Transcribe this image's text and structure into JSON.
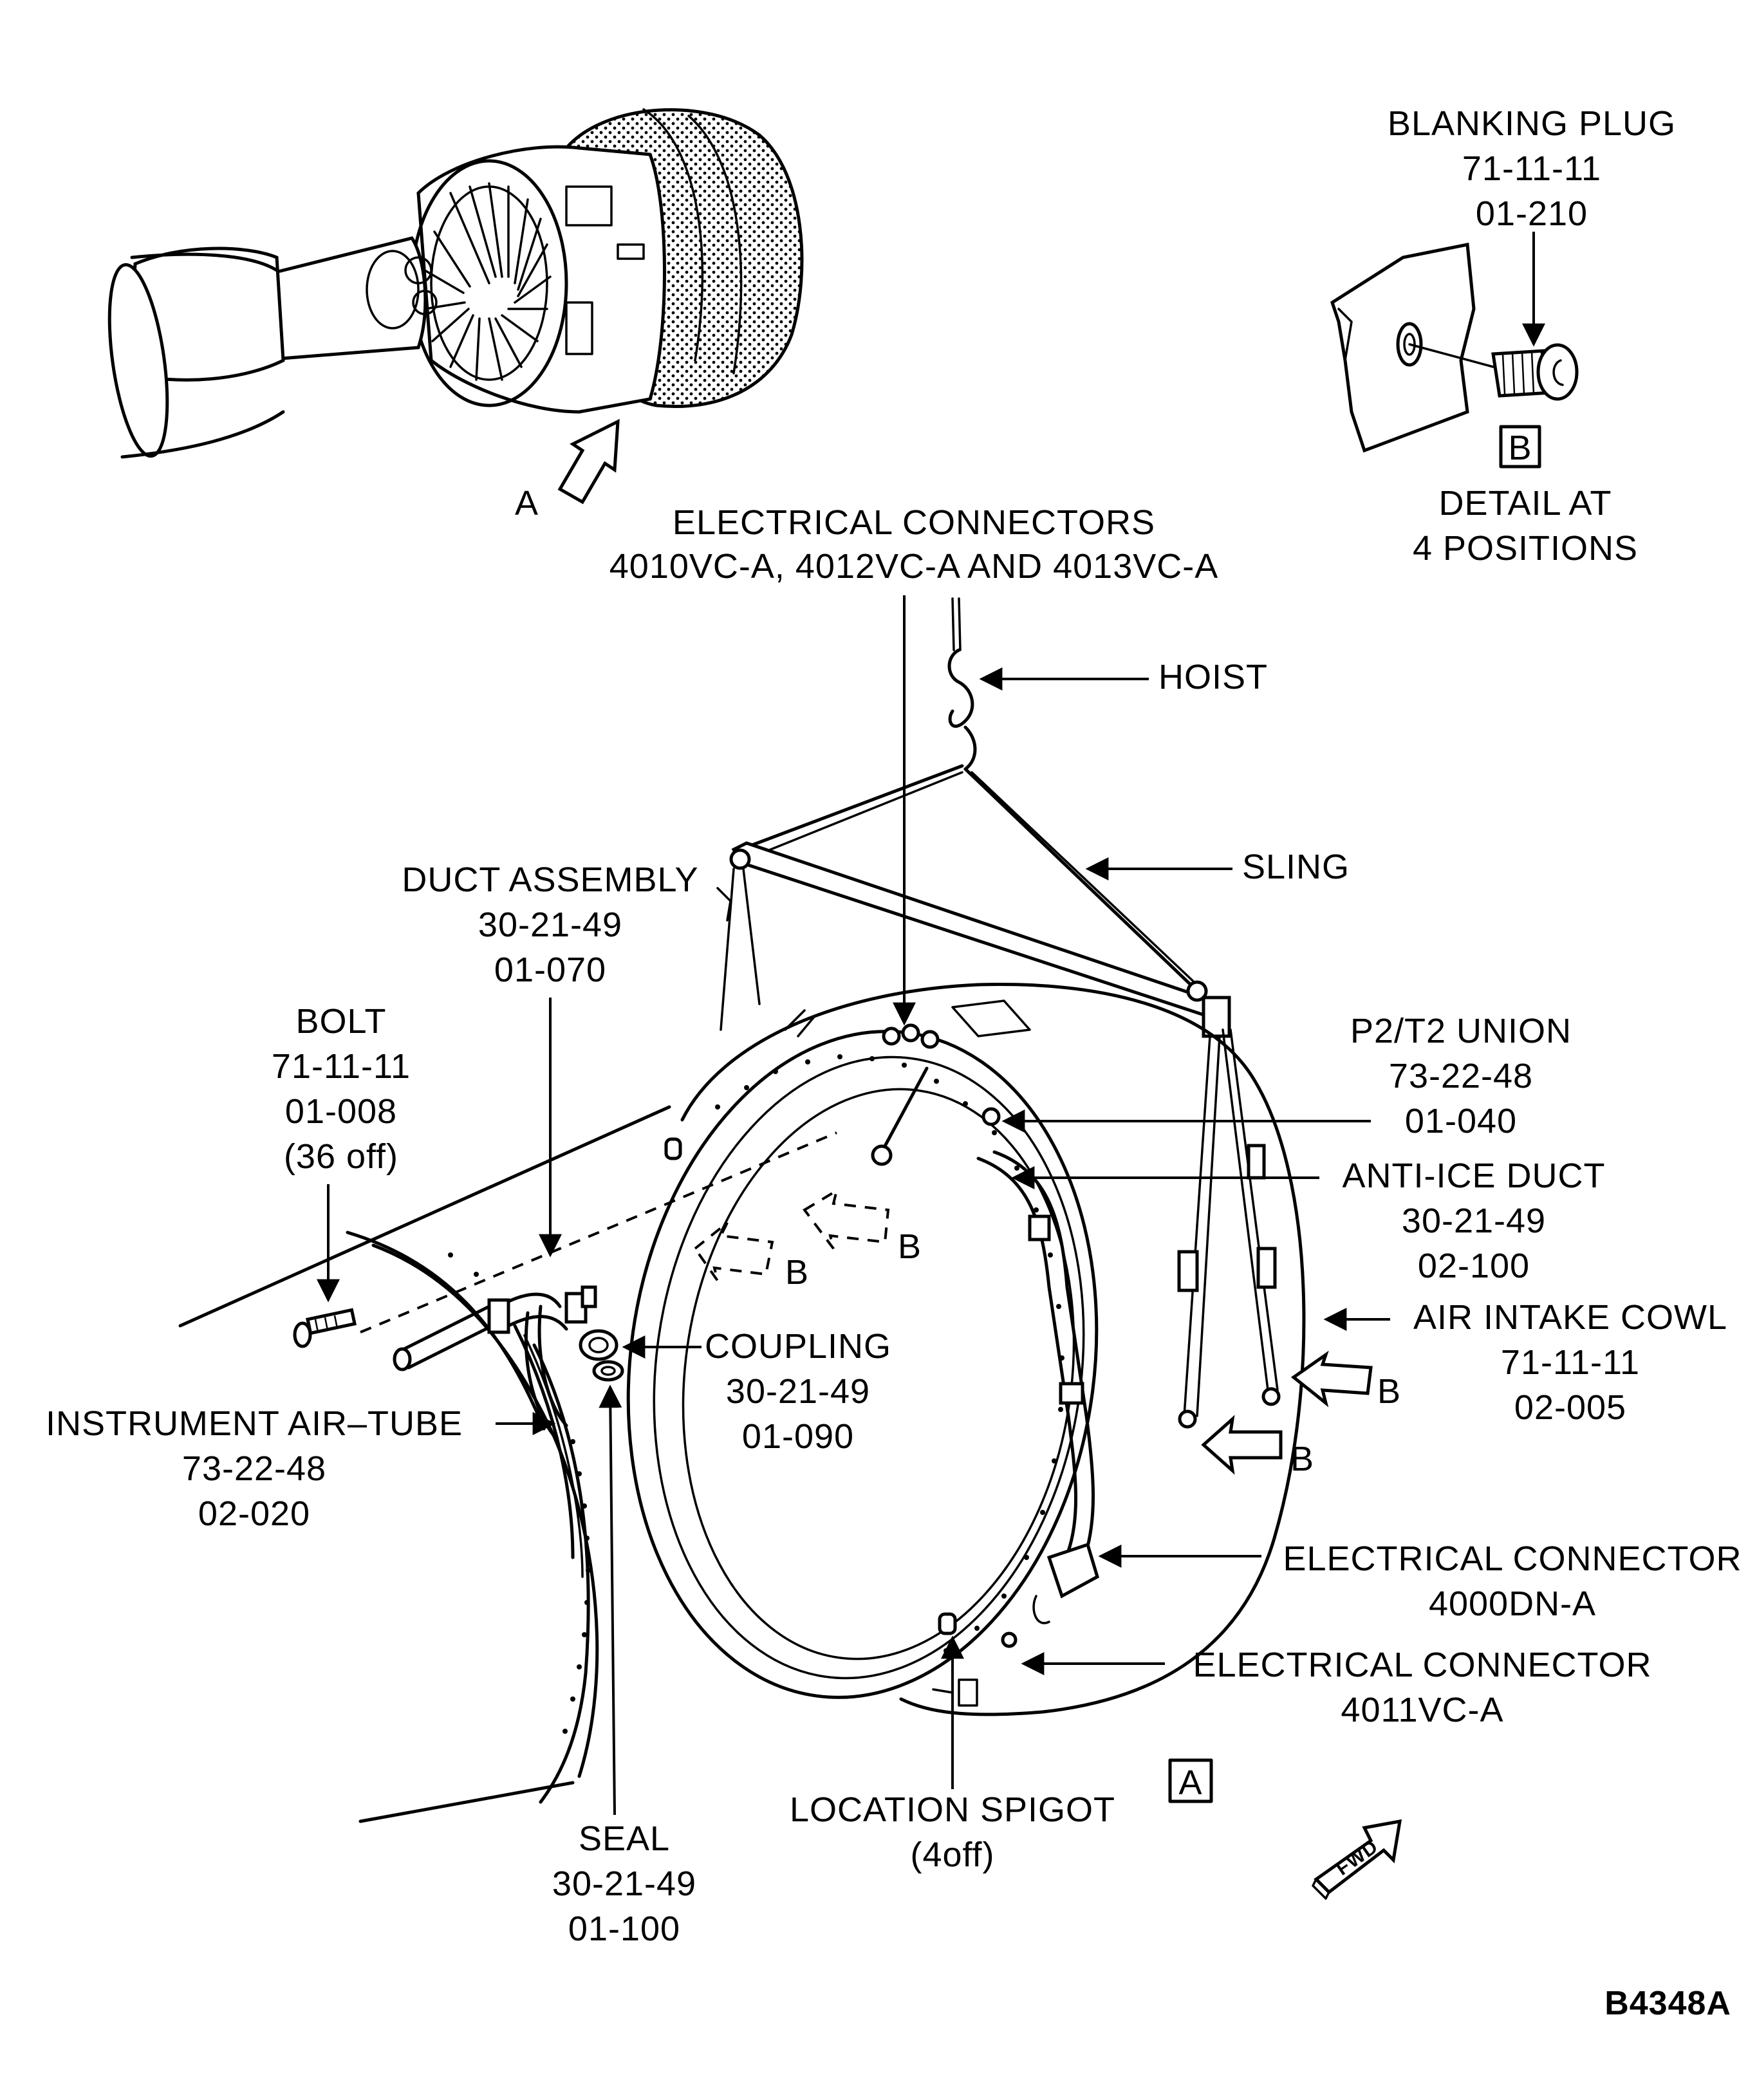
{
  "labels": {
    "blanking_plug": {
      "name": "BLANKING PLUG",
      "ref1": "71-11-11",
      "ref2": "01-210"
    },
    "detail_b": {
      "box": "B",
      "line1": "DETAIL AT",
      "line2": "4 POSITIONS"
    },
    "electrical_connectors": {
      "name": "ELECTRICAL CONNECTORS",
      "refs": "4010VC-A, 4012VC-A AND 4013VC-A"
    },
    "hoist": "HOIST",
    "sling": "SLING",
    "duct_assembly": {
      "name": "DUCT ASSEMBLY",
      "ref1": "30-21-49",
      "ref2": "01-070"
    },
    "bolt": {
      "name": "BOLT",
      "ref1": "71-11-11",
      "ref2": "01-008",
      "qty": "(36 off)"
    },
    "p2t2_union": {
      "name": "P2/T2 UNION",
      "ref1": "73-22-48",
      "ref2": "01-040"
    },
    "anti_ice_duct": {
      "name": "ANTI-ICE DUCT",
      "ref1": "30-21-49",
      "ref2": "02-100"
    },
    "air_intake_cowl": {
      "name": "AIR INTAKE COWL",
      "ref1": "71-11-11",
      "ref2": "02-005"
    },
    "coupling": {
      "name": "COUPLING",
      "ref1": "30-21-49",
      "ref2": "01-090"
    },
    "instrument_air_tube": {
      "name": "INSTRUMENT AIR–TUBE",
      "ref1": "73-22-48",
      "ref2": "02-020"
    },
    "electrical_connector_4000": {
      "name": "ELECTRICAL CONNECTOR",
      "ref": "4000DN-A"
    },
    "electrical_connector_4011": {
      "name": "ELECTRICAL CONNECTOR",
      "ref": "4011VC-A"
    },
    "location_spigot": {
      "name": "LOCATION SPIGOT",
      "qty": "(4off)"
    },
    "seal": {
      "name": "SEAL",
      "ref1": "30-21-49",
      "ref2": "01-100"
    },
    "view_a_box": "A",
    "view_a_arrow": "A",
    "arrow_b": "B",
    "fwd": "FWD",
    "figure_code": "B4348A"
  }
}
